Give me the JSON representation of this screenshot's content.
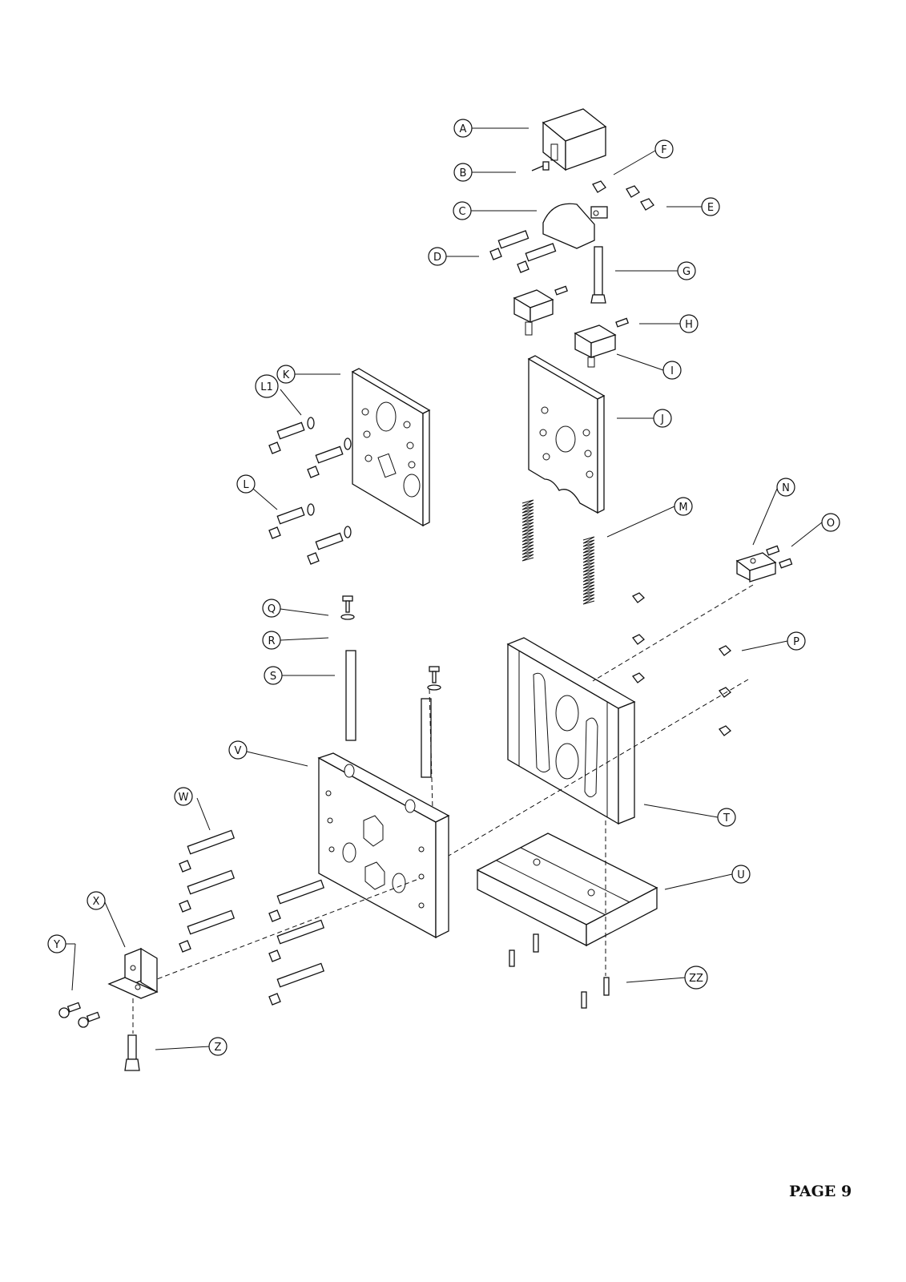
{
  "page": {
    "number_label": "PAGE 9"
  },
  "callouts": [
    "A",
    "B",
    "C",
    "D",
    "E",
    "F",
    "G",
    "H",
    "I",
    "J",
    "K",
    "L1",
    "L",
    "M",
    "N",
    "O",
    "P",
    "Q",
    "R",
    "S",
    "T",
    "U",
    "V",
    "W",
    "X",
    "Y",
    "Z",
    "ZZ"
  ]
}
